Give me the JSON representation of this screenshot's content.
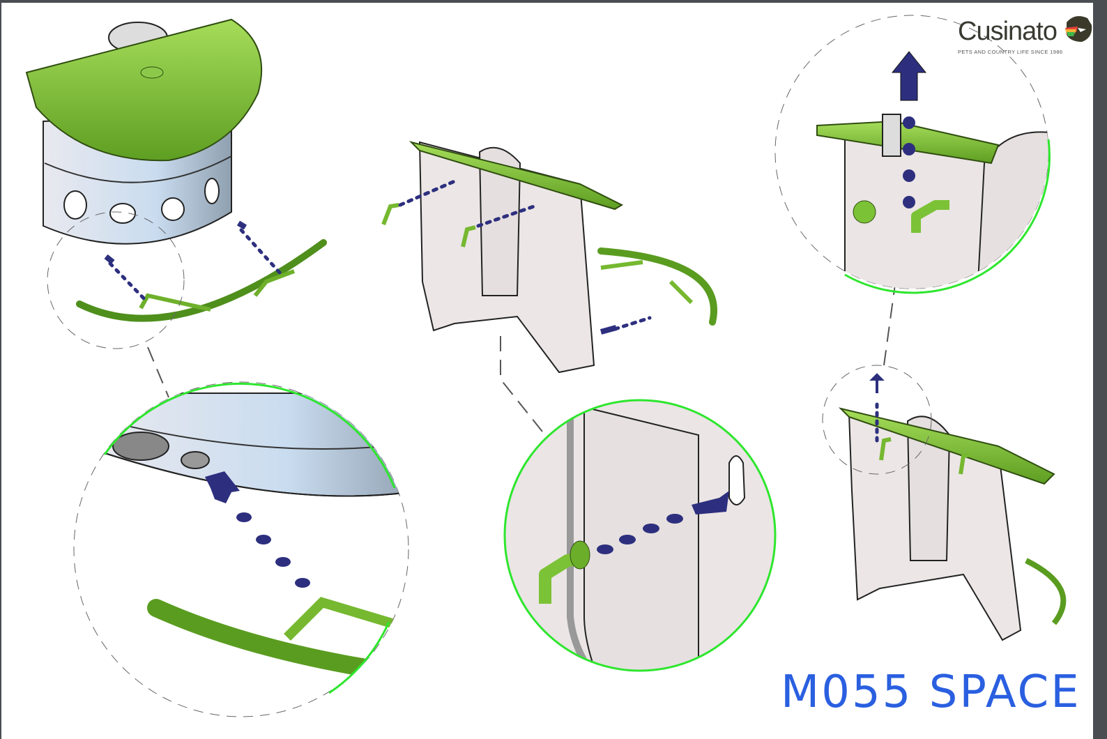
{
  "brand": {
    "name": "Cusinato",
    "tagline": "PETS AND COUNTRY LIFE SINCE 1986"
  },
  "title": "M055  SPACE",
  "colors": {
    "part_green": "#7cc236",
    "arrow_blue": "#2d2f7e",
    "detail_ring": "#2ee62e",
    "title_blue": "#2a5fe0"
  }
}
